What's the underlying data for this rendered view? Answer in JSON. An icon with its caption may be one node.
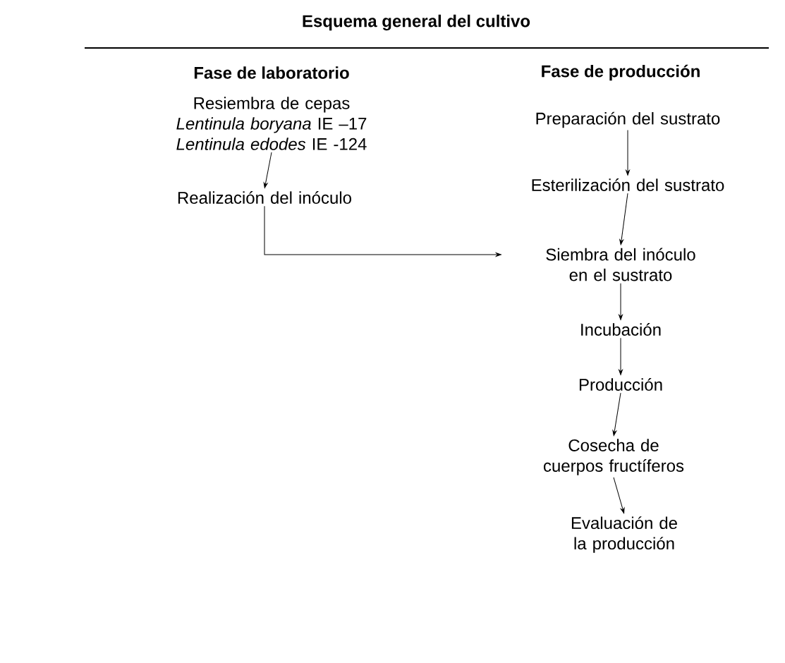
{
  "diagram": {
    "title": "Esquema general del cultivo",
    "nodes": [
      {
        "text": [
          "Resiembra de cepas *Lentinula boryana* IE –17 *Lentinula edodes* IE -124"
        ]
      },
      {
        "text": [
          "Realización del inóculo"
        ]
      },
      {
        "text": [
          "Preparación del sustrato"
        ]
      },
      {
        "text": [
          "Esterilización del sustrato"
        ]
      },
      {
        "text": [
          "Siembra del inóculo en el sustrato"
        ]
      },
      {
        "text": [
          "Incubación"
        ]
      },
      {
        "text": [
          "Producción"
        ]
      },
      {
        "text": [
          "Cosecha de cuerpos fructíferos"
        ]
      },
      {
        "text": [
          "Evaluación de la producción"
        ]
      }
    ],
    "edges": [
      {
        "from": 0,
        "to": 1,
        "arrow": "to"
      },
      {
        "from": 1,
        "to": 4,
        "arrow": "to"
      },
      {
        "from": 2,
        "to": 3,
        "arrow": "to"
      },
      {
        "from": 3,
        "to": 4,
        "arrow": "to"
      },
      {
        "from": 4,
        "to": 5,
        "arrow": "to"
      },
      {
        "from": 5,
        "to": 6,
        "arrow": "to"
      },
      {
        "from": 6,
        "to": 7,
        "arrow": "to"
      },
      {
        "from": 7,
        "to": 8,
        "arrow": "to"
      }
    ],
    "labels": [
      "Fase de laboratorio",
      "Fase de producción"
    ]
  }
}
